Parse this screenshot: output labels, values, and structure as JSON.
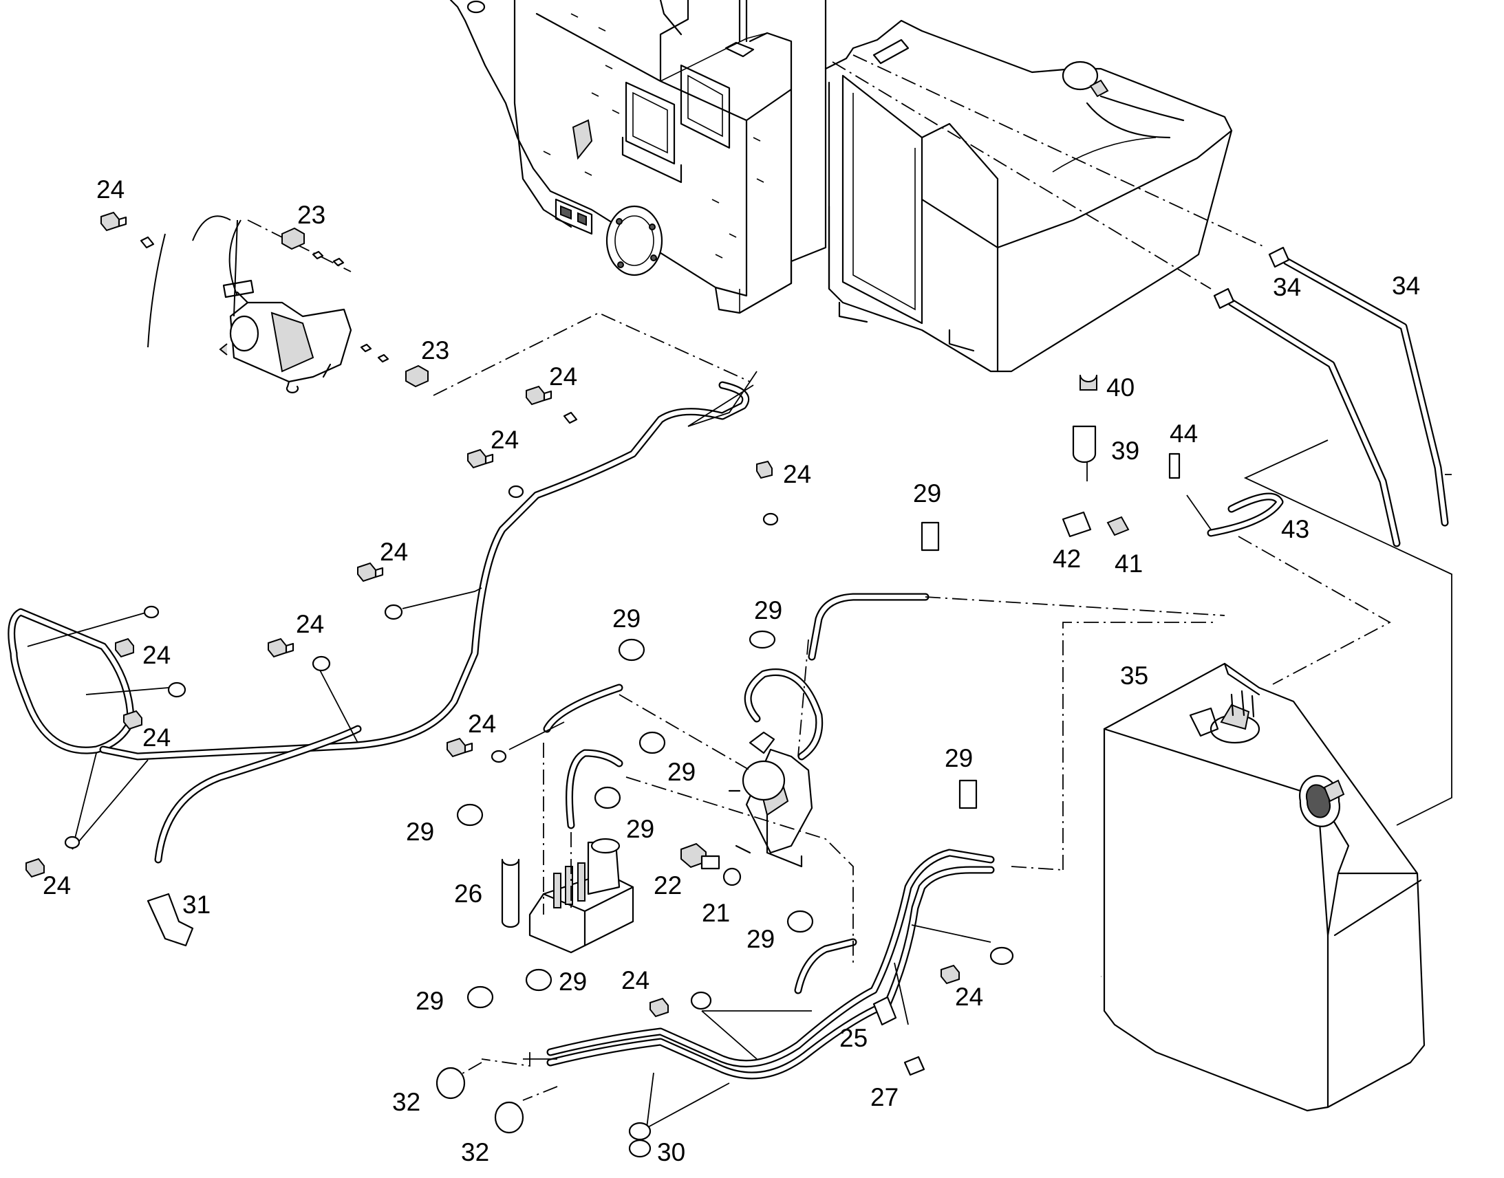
{
  "callouts": [
    {
      "id": "c1",
      "text": "24"
    },
    {
      "id": "c2",
      "text": "23"
    },
    {
      "id": "c3",
      "text": "23"
    },
    {
      "id": "c4",
      "text": "24"
    },
    {
      "id": "c5",
      "text": "24"
    },
    {
      "id": "c6",
      "text": "24"
    },
    {
      "id": "c7",
      "text": "24"
    },
    {
      "id": "c8",
      "text": "24"
    },
    {
      "id": "c9",
      "text": "24"
    },
    {
      "id": "c10",
      "text": "24"
    },
    {
      "id": "c11",
      "text": "24"
    },
    {
      "id": "c12",
      "text": "24"
    },
    {
      "id": "c13",
      "text": "24"
    },
    {
      "id": "c14",
      "text": "24"
    },
    {
      "id": "c15",
      "text": "24"
    },
    {
      "id": "c16",
      "text": "34"
    },
    {
      "id": "c17",
      "text": "34"
    },
    {
      "id": "c18",
      "text": "40"
    },
    {
      "id": "c19",
      "text": "39"
    },
    {
      "id": "c20",
      "text": "44"
    },
    {
      "id": "c21",
      "text": "43"
    },
    {
      "id": "c22",
      "text": "42"
    },
    {
      "id": "c23",
      "text": "41"
    },
    {
      "id": "c24",
      "text": "29"
    },
    {
      "id": "c25",
      "text": "29"
    },
    {
      "id": "c26",
      "text": "29"
    },
    {
      "id": "c27",
      "text": "29"
    },
    {
      "id": "c28",
      "text": "29"
    },
    {
      "id": "c29",
      "text": "29"
    },
    {
      "id": "c30",
      "text": "29"
    },
    {
      "id": "c31",
      "text": "29"
    },
    {
      "id": "c32",
      "text": "29"
    },
    {
      "id": "c33",
      "text": "29"
    },
    {
      "id": "c34",
      "text": "35"
    },
    {
      "id": "c35",
      "text": "31"
    },
    {
      "id": "c36",
      "text": "26"
    },
    {
      "id": "c37",
      "text": "22"
    },
    {
      "id": "c38",
      "text": "21"
    },
    {
      "id": "c39",
      "text": "25"
    },
    {
      "id": "c40",
      "text": "27"
    },
    {
      "id": "c41",
      "text": "32"
    },
    {
      "id": "c42",
      "text": "32"
    },
    {
      "id": "c43",
      "text": "30"
    }
  ]
}
